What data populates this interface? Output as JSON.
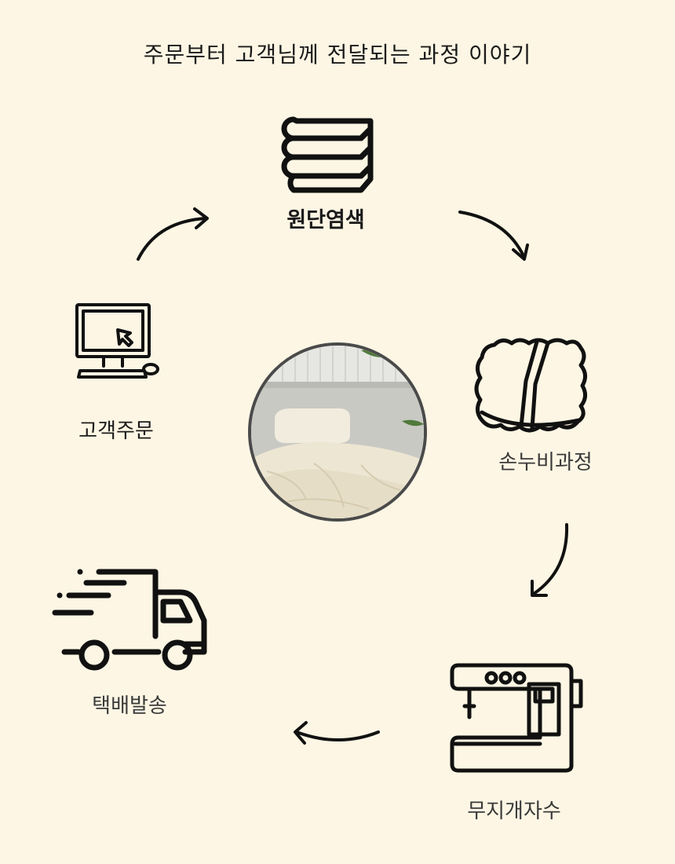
{
  "title": "주문부터 고객님께 전달되는 과정 이야기",
  "steps": [
    {
      "label": "원단염색",
      "icon": "folded-fabric-icon"
    },
    {
      "label": "손누비과정",
      "icon": "quilted-fabric-icon"
    },
    {
      "label": "무지개자수",
      "icon": "sewing-machine-icon"
    },
    {
      "label": "택배발송",
      "icon": "delivery-truck-icon"
    },
    {
      "label": "고객주문",
      "icon": "computer-order-icon"
    }
  ],
  "center_image": {
    "subject": "bedding-photo"
  },
  "colors": {
    "background": "#fdf6e4",
    "ink": "#111111",
    "photo_border": "#4a4a4a"
  }
}
